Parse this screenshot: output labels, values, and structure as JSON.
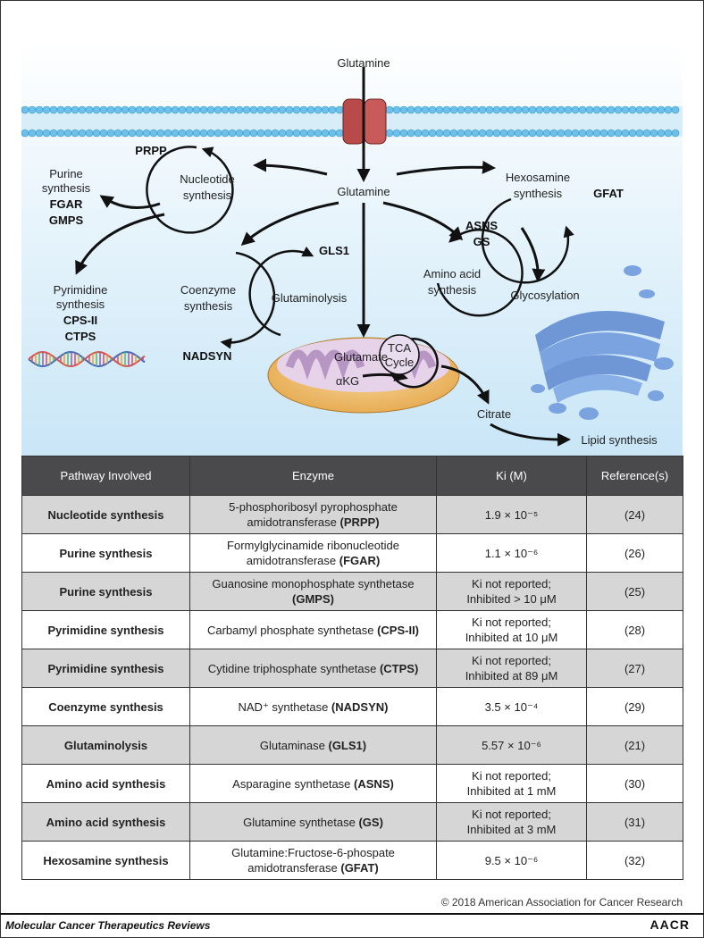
{
  "diagram": {
    "glutamine_top": "Glutamine",
    "glutamine_center": "Glutamine",
    "prpp": "PRPP",
    "nucleotide_synthesis": [
      "Nucleotide",
      "synthesis"
    ],
    "purine_synthesis": [
      "Purine",
      "synthesis"
    ],
    "fgar": "FGAR",
    "gmps": "GMPS",
    "pyrimidine_synthesis": [
      "Pyrimidine",
      "synthesis"
    ],
    "cps2": "CPS-II",
    "ctps": "CTPS",
    "coenzyme_synthesis": [
      "Coenzyme",
      "synthesis"
    ],
    "nadsyn": "NADSYN",
    "gls1": "GLS1",
    "glutaminolysis": "Glutaminolysis",
    "asns": "ASNS",
    "gs": "GS",
    "amino_acid_synthesis": [
      "Amino acid",
      "synthesis"
    ],
    "hexosamine_synthesis": [
      "Hexosamine",
      "synthesis"
    ],
    "gfat": "GFAT",
    "glycosylation": "Glycosylation",
    "glutamate": "Glutamate",
    "akg": "αKG",
    "tca": [
      "TCA",
      "Cycle"
    ],
    "citrate": "Citrate",
    "lipid_synthesis": "Lipid synthesis"
  },
  "table": {
    "headers": [
      "Pathway Involved",
      "Enzyme",
      "Ki (M)",
      "Reference(s)"
    ],
    "rows": [
      {
        "pathway": "Nucleotide synthesis",
        "enzyme_text": "5-phosphoribosyl pyrophosphate amidotransferase",
        "enzyme_abbr": "(PRPP)",
        "ki": "1.9 × 10⁻⁵",
        "ki_note": "",
        "ref": "(24)"
      },
      {
        "pathway": "Purine synthesis",
        "enzyme_text": "Formylglycinamide ribonucleotide amidotransferase",
        "enzyme_abbr": "(FGAR)",
        "ki": "1.1 × 10⁻⁶",
        "ki_note": "",
        "ref": "(26)"
      },
      {
        "pathway": "Purine synthesis",
        "enzyme_text": "Guanosine monophosphate synthetase",
        "enzyme_abbr": "(GMPS)",
        "ki": "Ki not reported;",
        "ki_note": "Inhibited > 10 μM",
        "ref": "(25)"
      },
      {
        "pathway": "Pyrimidine synthesis",
        "enzyme_text": "Carbamyl phosphate synthetase",
        "enzyme_abbr": "(CPS-II)",
        "ki": "Ki not reported;",
        "ki_note": "Inhibited at 10 μM",
        "ref": "(28)"
      },
      {
        "pathway": "Pyrimidine synthesis",
        "enzyme_text": "Cytidine triphosphate synthetase",
        "enzyme_abbr": "(CTPS)",
        "ki": "Ki not reported;",
        "ki_note": "Inhibited at 89 μM",
        "ref": "(27)"
      },
      {
        "pathway": "Coenzyme synthesis",
        "enzyme_text": "NAD⁺ synthetase",
        "enzyme_abbr": "(NADSYN)",
        "ki": "3.5 × 10⁻⁴",
        "ki_note": "",
        "ref": "(29)"
      },
      {
        "pathway": "Glutaminolysis",
        "enzyme_text": "Glutaminase",
        "enzyme_abbr": "(GLS1)",
        "ki": "5.57 × 10⁻⁶",
        "ki_note": "",
        "ref": "(21)"
      },
      {
        "pathway": "Amino acid synthesis",
        "enzyme_text": "Asparagine synthetase",
        "enzyme_abbr": "(ASNS)",
        "ki": "Ki not reported;",
        "ki_note": "Inhibited at 1 mM",
        "ref": "(30)"
      },
      {
        "pathway": "Amino acid synthesis",
        "enzyme_text": "Glutamine synthetase",
        "enzyme_abbr": "(GS)",
        "ki": "Ki not reported;",
        "ki_note": "Inhibited at 3 mM",
        "ref": "(31)"
      },
      {
        "pathway": "Hexosamine synthesis",
        "enzyme_text": "Glutamine:Fructose-6-phospate amidotransferase",
        "enzyme_abbr": "(GFAT)",
        "ki": "9.5 × 10⁻⁶",
        "ki_note": "",
        "ref": "(32)"
      }
    ]
  },
  "footer": {
    "copyright": "© 2018 American Association for Cancer Research",
    "journal": "Molecular Cancer Therapeutics Reviews",
    "logo": "AACR"
  }
}
